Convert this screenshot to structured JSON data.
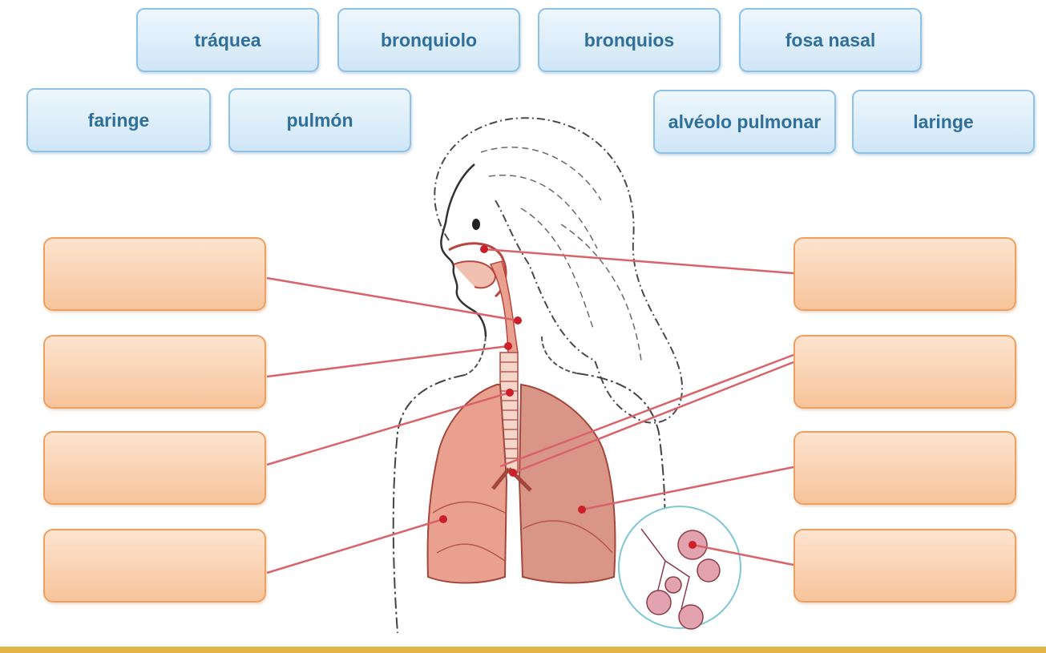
{
  "word_bank": [
    {
      "id": "traquea",
      "label": "tráquea"
    },
    {
      "id": "bronquiolo",
      "label": "bronquiolo"
    },
    {
      "id": "bronquios",
      "label": "bronquios"
    },
    {
      "id": "fosa-nasal",
      "label": "fosa nasal"
    },
    {
      "id": "faringe",
      "label": "faringe"
    },
    {
      "id": "pulmon",
      "label": "pulmón"
    },
    {
      "id": "alveolo-pulmonar",
      "label": "alvéolo pulmonar"
    },
    {
      "id": "laringe",
      "label": "laringe"
    }
  ],
  "colors": {
    "tile_text": "#2f6f9a",
    "tile_border": "#8fc2e6",
    "slot_fill": "#f7c49b",
    "slot_border": "#eea060",
    "leader_line": "#d9636a",
    "marker": "#cc1f2a",
    "lung": "#e9a08f",
    "bottom_bar": "#e3b347"
  },
  "answer_slots": {
    "left": [
      "",
      "",
      "",
      ""
    ],
    "right": [
      "",
      "",
      "",
      ""
    ]
  }
}
